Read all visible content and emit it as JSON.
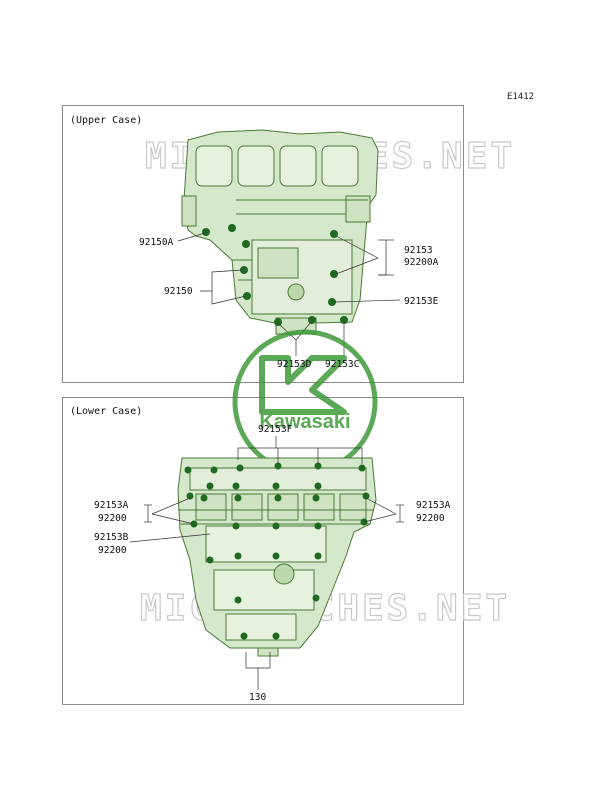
{
  "ref_code": "E1412",
  "watermark_text": "MICROFICHES.NET",
  "logo_text": "Kawasaki",
  "upper": {
    "title": "(Upper Case)",
    "labels": [
      "92150A",
      "92150",
      "92153",
      "92200A",
      "92153E",
      "92153D",
      "92153C"
    ]
  },
  "lower": {
    "title": "(Lower Case)",
    "labels": [
      "92153F",
      "92153A",
      "92200",
      "92153B",
      "92200",
      "92153A",
      "92200",
      "130"
    ]
  },
  "colors": {
    "part_fill": "#d6e8cc",
    "part_line": "#4a7a36",
    "bolt": "#1f6a20",
    "logo_green": "#3f9a3a",
    "watermark": "#c9c9c9"
  }
}
